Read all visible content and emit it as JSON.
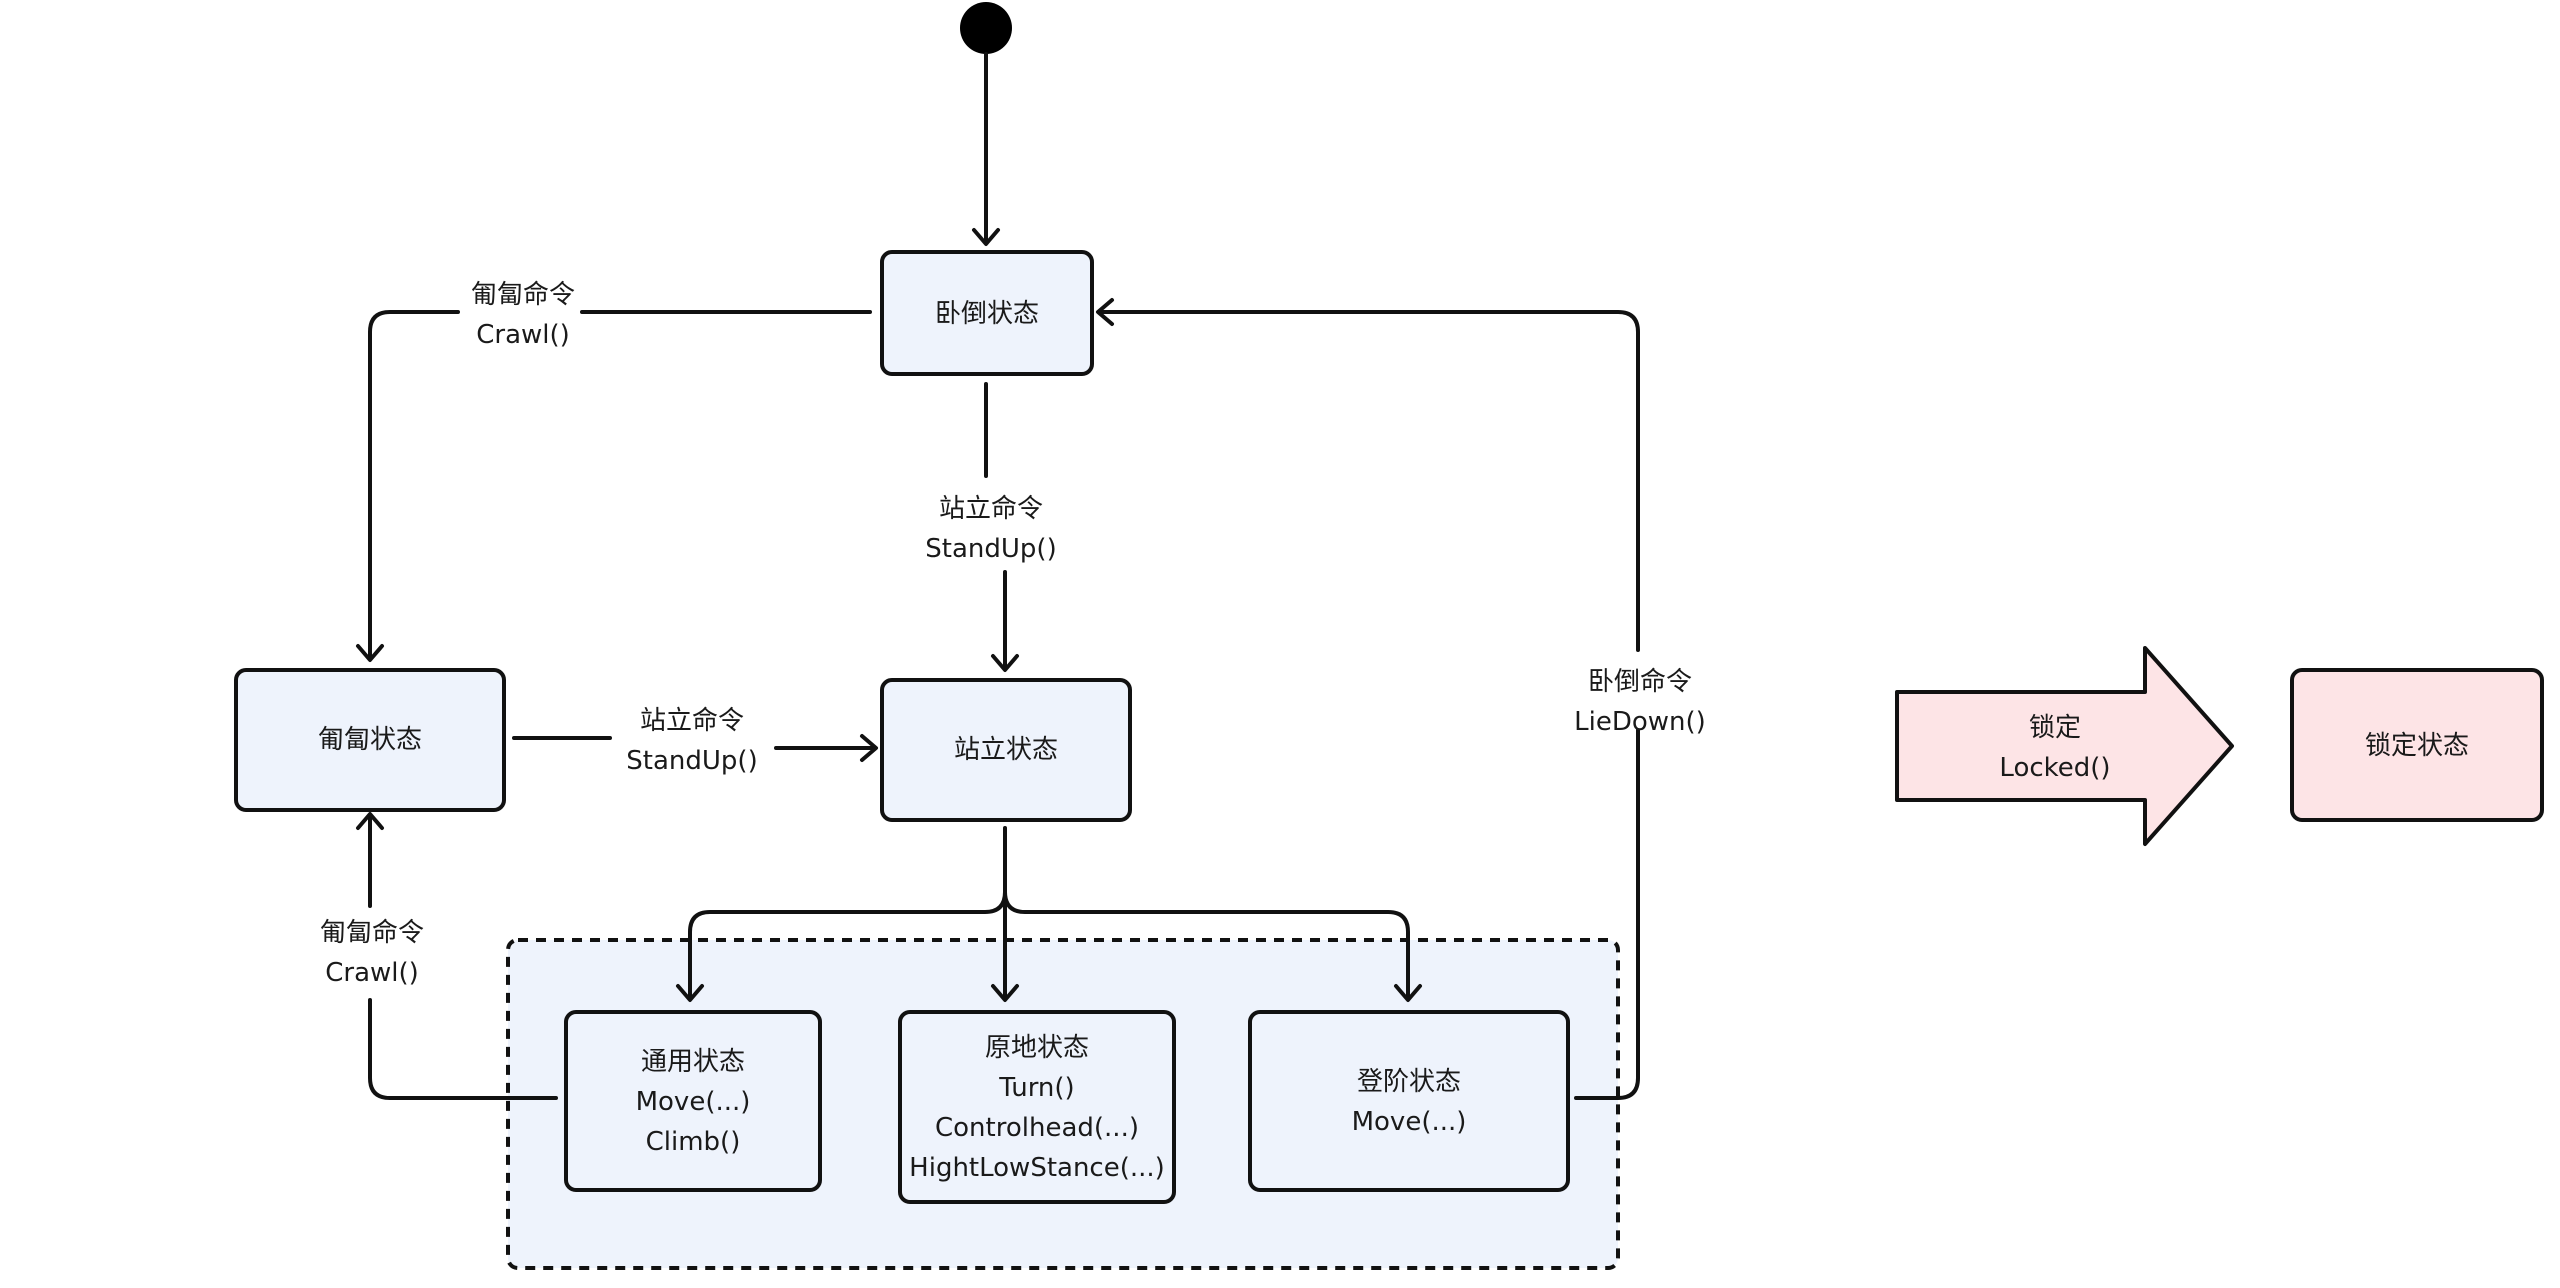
{
  "colors": {
    "state_fill": "#eef3fc",
    "group_fill": "#eef3fc",
    "lock_fill": "#fde4e6",
    "stroke": "#111111",
    "start_dot": "#000000"
  },
  "states": {
    "lying": "卧倒状态",
    "standing": "站立状态",
    "crawling": "匍匐状态",
    "locked": "锁定状态",
    "general": {
      "title": "通用状态",
      "ops": [
        "Move(...)",
        "Climb()"
      ]
    },
    "in_place": {
      "title": "原地状态",
      "ops": [
        "Turn()",
        "Controlhead(...)",
        "HightLowStance(...)"
      ]
    },
    "stairs": {
      "title": "登阶状态",
      "ops": [
        "Move(...)"
      ]
    }
  },
  "transitions": {
    "lying_to_crawl": {
      "cmd": "匍匐命令",
      "fn": "Crawl()"
    },
    "lying_to_stand": {
      "cmd": "站立命令",
      "fn": "StandUp()"
    },
    "crawl_to_stand": {
      "cmd": "站立命令",
      "fn": "StandUp()"
    },
    "general_to_crawl": {
      "cmd": "匍匐命令",
      "fn": "Crawl()"
    },
    "stairs_to_lying": {
      "cmd": "卧倒命令",
      "fn": "LieDown()"
    },
    "lock": {
      "cmd": "锁定",
      "fn": "Locked()"
    }
  }
}
